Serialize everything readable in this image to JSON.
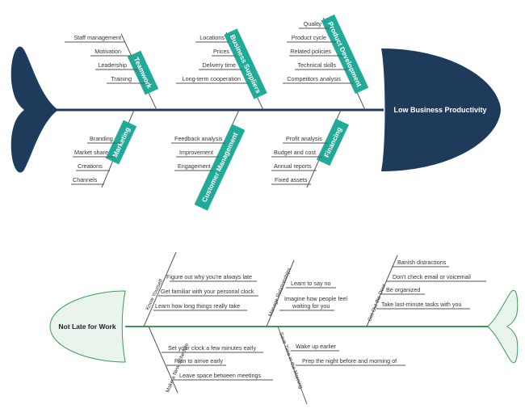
{
  "top": {
    "head": "Low Business Productivity",
    "colors": {
      "fish": "#1f3b5c",
      "box": "#22aa99",
      "line": "#555555"
    },
    "categories": [
      {
        "label": "Teamwork",
        "causes": [
          "Staff management",
          "Motivation",
          "Leadership",
          "Training"
        ]
      },
      {
        "label": "Business Suppliers",
        "causes": [
          "Locations",
          "Prices",
          "Delivery time",
          "Long-term cooperation"
        ]
      },
      {
        "label": "Product Development",
        "causes": [
          "Quality",
          "Product cycle",
          "Related policies",
          "Technical skills",
          "Competitors analysis"
        ]
      },
      {
        "label": "Marketing",
        "causes": [
          "Branding",
          "Market share",
          "Creations",
          "Channels"
        ]
      },
      {
        "label": "Customer Management",
        "causes": [
          "Feedback analysis",
          "Improvement",
          "Engagement"
        ]
      },
      {
        "label": "Financing",
        "causes": [
          "Profit analysis",
          "Budget and cost",
          "Annual reports",
          "Fixed assets"
        ]
      }
    ]
  },
  "bottom": {
    "head": "Not Late for Work",
    "colors": {
      "fish": "#e8f4ec",
      "outline": "#3a9a5a",
      "line": "#3a9a5a"
    },
    "categories": [
      {
        "label": "Know Yourself",
        "causes": [
          "Figure out why you're always late",
          "Get familiar with your personal clock",
          "Learn how long things really take"
        ]
      },
      {
        "label": "Manage Relationships",
        "causes": [
          "Learn to say no",
          "Imagine how people feel",
          "waiting for you"
        ]
      },
      {
        "label": "Get Out the Door",
        "causes": [
          "Banish distractions",
          "Don't check email or voicemail",
          "Be organized",
          "Take last-minute tasks with you"
        ]
      },
      {
        "label": "Make a New Schedule",
        "causes": [
          "Set your clock a few minutes early",
          "Plan to arrive early",
          "Leave space between meetings"
        ]
      },
      {
        "label": "Save Time in the Morning",
        "causes": [
          "Wake up earlier",
          "Prep the night before and morning of"
        ]
      }
    ]
  }
}
